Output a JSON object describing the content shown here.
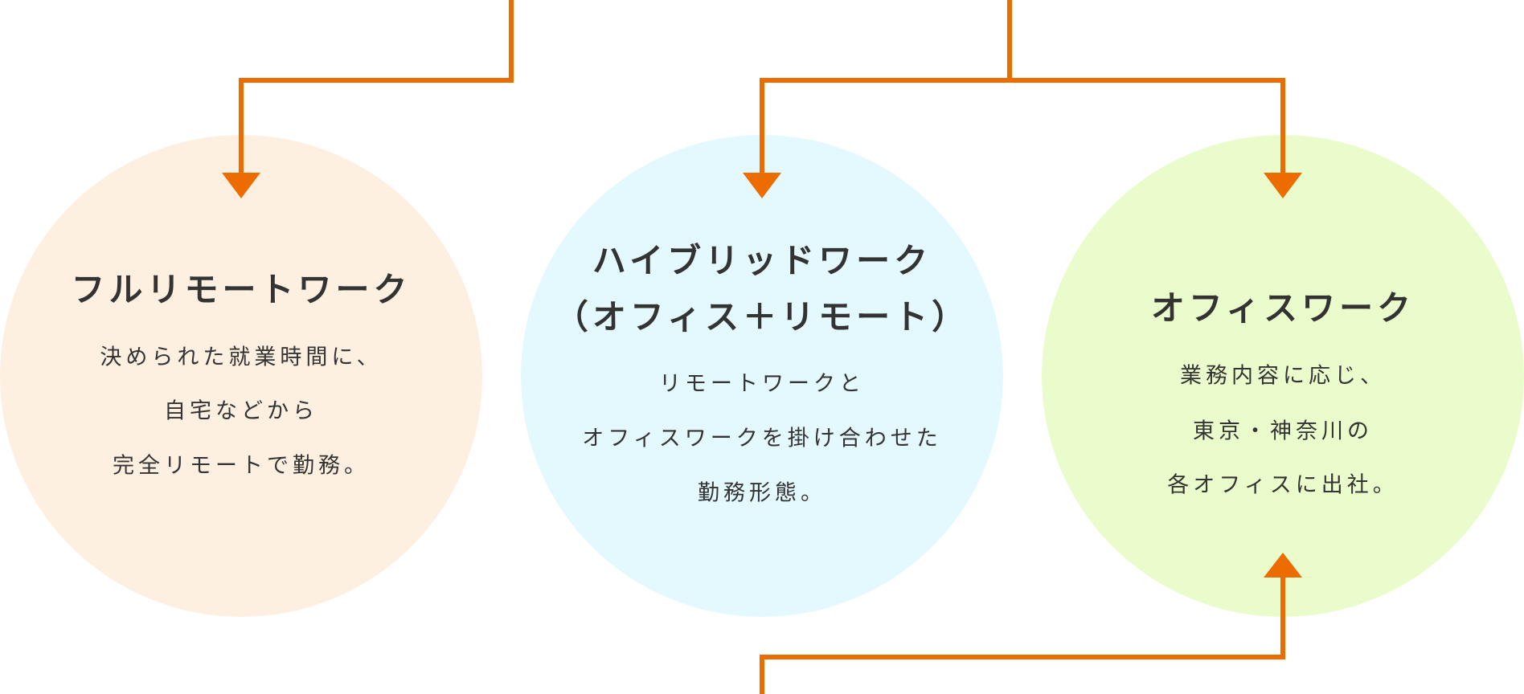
{
  "colors": {
    "connector": "#EC6C00",
    "text": "#333333",
    "background": "#FFFFFF"
  },
  "cards": [
    {
      "id": "full-remote",
      "background": "#FEF0E1",
      "title_lines": [
        "フルリモートワーク"
      ],
      "body_lines": [
        "決められた就業時間に、",
        "自宅などから",
        "完全リモートで勤務。"
      ]
    },
    {
      "id": "hybrid",
      "background": "#E3F9FE",
      "title_lines": [
        "ハイブリッドワーク",
        "（オフィス＋リモート）"
      ],
      "body_lines": [
        "リモートワークと",
        "オフィスワークを掛け合わせた",
        "勤務形態。"
      ]
    },
    {
      "id": "office",
      "background": "#EBFCCC",
      "title_lines": [
        "オフィスワーク"
      ],
      "body_lines": [
        "業務内容に応じ、",
        "東京・神奈川の",
        "各オフィスに出社。"
      ]
    }
  ],
  "connectors": [
    {
      "from": "top (x=636)",
      "to": "full-remote",
      "arrow": "down"
    },
    {
      "from": "top (x=1256)",
      "to": [
        "hybrid",
        "office"
      ],
      "arrow": "down"
    },
    {
      "from": "bottom (x=948)",
      "to": "office",
      "arrow": "up"
    }
  ]
}
